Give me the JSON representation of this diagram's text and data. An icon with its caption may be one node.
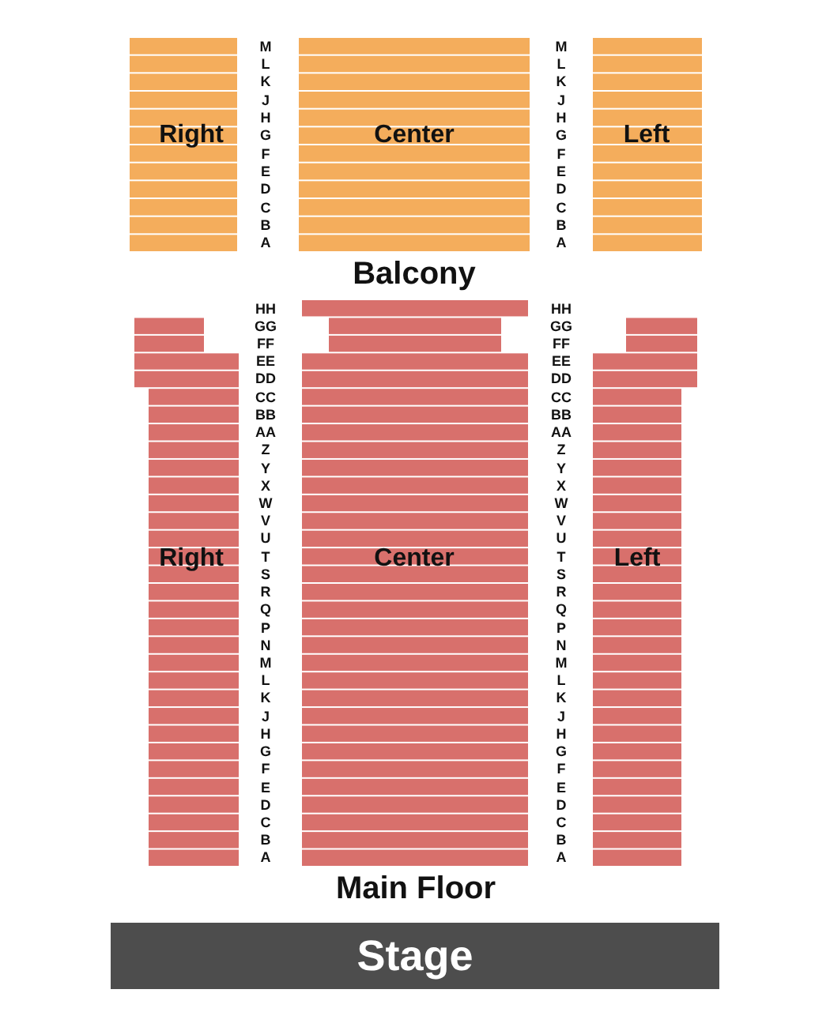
{
  "diagram": {
    "nodes": [
      {
        "text": [
          "Right"
        ]
      },
      {
        "text": [
          "Center"
        ]
      },
      {
        "text": [
          "Left"
        ]
      },
      {
        "text": [
          "Right"
        ]
      },
      {
        "text": [
          "Center"
        ]
      },
      {
        "text": [
          "Left"
        ]
      },
      {
        "text": [
          "Stage"
        ]
      }
    ],
    "labels": [
      "M",
      "L",
      "K",
      "J",
      "H",
      "G",
      "F",
      "E",
      "D",
      "C",
      "B",
      "A",
      "M",
      "L",
      "K",
      "J",
      "H",
      "G",
      "F",
      "E",
      "D",
      "C",
      "B",
      "A",
      "Balcony",
      "HH",
      "GG",
      "FF",
      "EE",
      "DD",
      "CC",
      "BB",
      "AA",
      "Z",
      "Y",
      "X",
      "W",
      "V",
      "U",
      "T",
      "S",
      "R",
      "Q",
      "P",
      "N",
      "M",
      "L",
      "K",
      "J",
      "H",
      "G",
      "F",
      "E",
      "D",
      "C",
      "B",
      "A",
      "HH",
      "GG",
      "FF",
      "EE",
      "DD",
      "CC",
      "BB",
      "AA",
      "Z",
      "Y",
      "X",
      "W",
      "V",
      "U",
      "T",
      "S",
      "R",
      "Q",
      "P",
      "N",
      "M",
      "L",
      "K",
      "J",
      "H",
      "G",
      "F",
      "E",
      "D",
      "C",
      "B",
      "A",
      "Main Floor"
    ]
  }
}
